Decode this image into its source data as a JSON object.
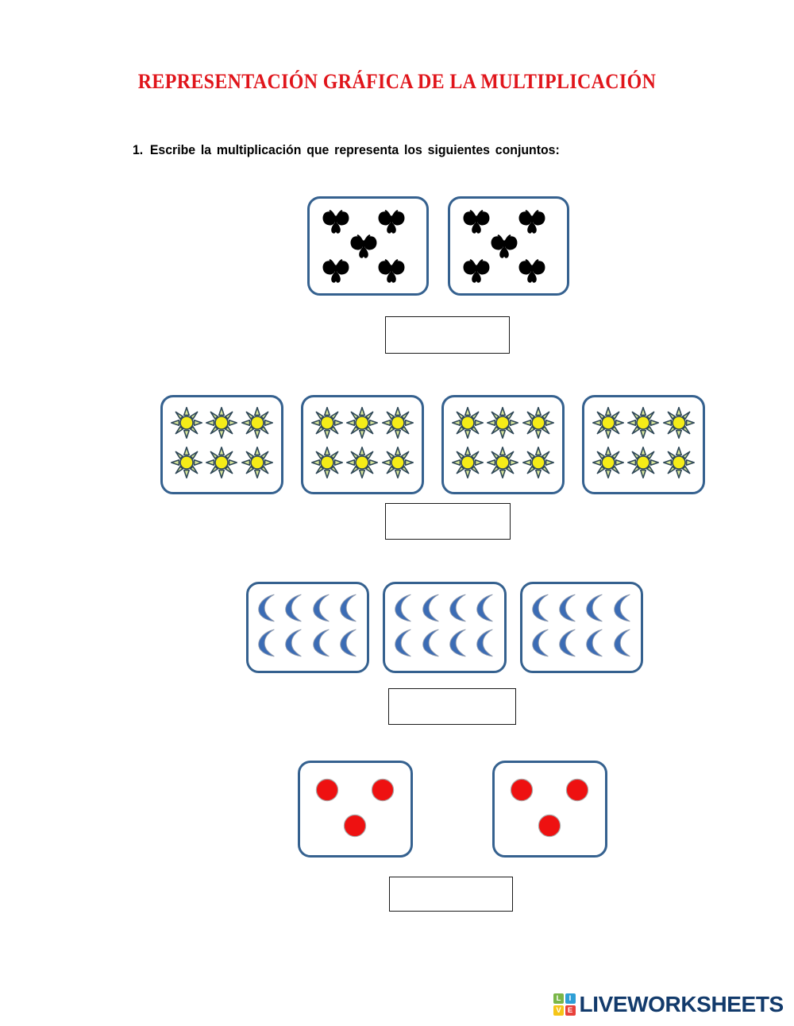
{
  "page": {
    "title": "REPRESENTACIÓN GRÁFICA DE LA MULTIPLICACIÓN",
    "title_color": "#e0151b",
    "background": "#ffffff"
  },
  "instruction": {
    "number": "1.",
    "text": "Escribe la multiplicación que representa los siguientes conjuntos:"
  },
  "colors": {
    "box_border": "#35618f",
    "answer_border": "#1a1a1a",
    "butterfly": "#000000",
    "sun_center": "#f5ec18",
    "sun_ray": "#dbe89a",
    "sun_outline": "#2f4858",
    "moon": "#3b6cb5",
    "circle": "#ee1111",
    "logo_text": "#123a6b"
  },
  "exercises": [
    {
      "id": "exercise-butterflies",
      "icon": "butterfly-icon",
      "icon_label": "butterfly",
      "groups": 2,
      "items_per_group": 5,
      "arrangement": "quincunx",
      "answer_value": "",
      "answer_placeholder": ""
    },
    {
      "id": "exercise-suns",
      "icon": "sun-icon",
      "icon_label": "sun",
      "groups": 4,
      "items_per_group": 6,
      "arrangement": "grid-3x2",
      "answer_value": "",
      "answer_placeholder": ""
    },
    {
      "id": "exercise-moons",
      "icon": "moon-icon",
      "icon_label": "crescent moon",
      "groups": 3,
      "items_per_group": 8,
      "arrangement": "grid-4x2",
      "answer_value": "",
      "answer_placeholder": ""
    },
    {
      "id": "exercise-circles",
      "icon": "circle-icon",
      "icon_label": "red circle",
      "groups": 2,
      "items_per_group": 3,
      "arrangement": "triangle",
      "answer_value": "",
      "answer_placeholder": ""
    }
  ],
  "footer": {
    "logo_letters": [
      "L",
      "I",
      "V",
      "E"
    ],
    "logo_word": "LIVEWORKSHEETS"
  }
}
